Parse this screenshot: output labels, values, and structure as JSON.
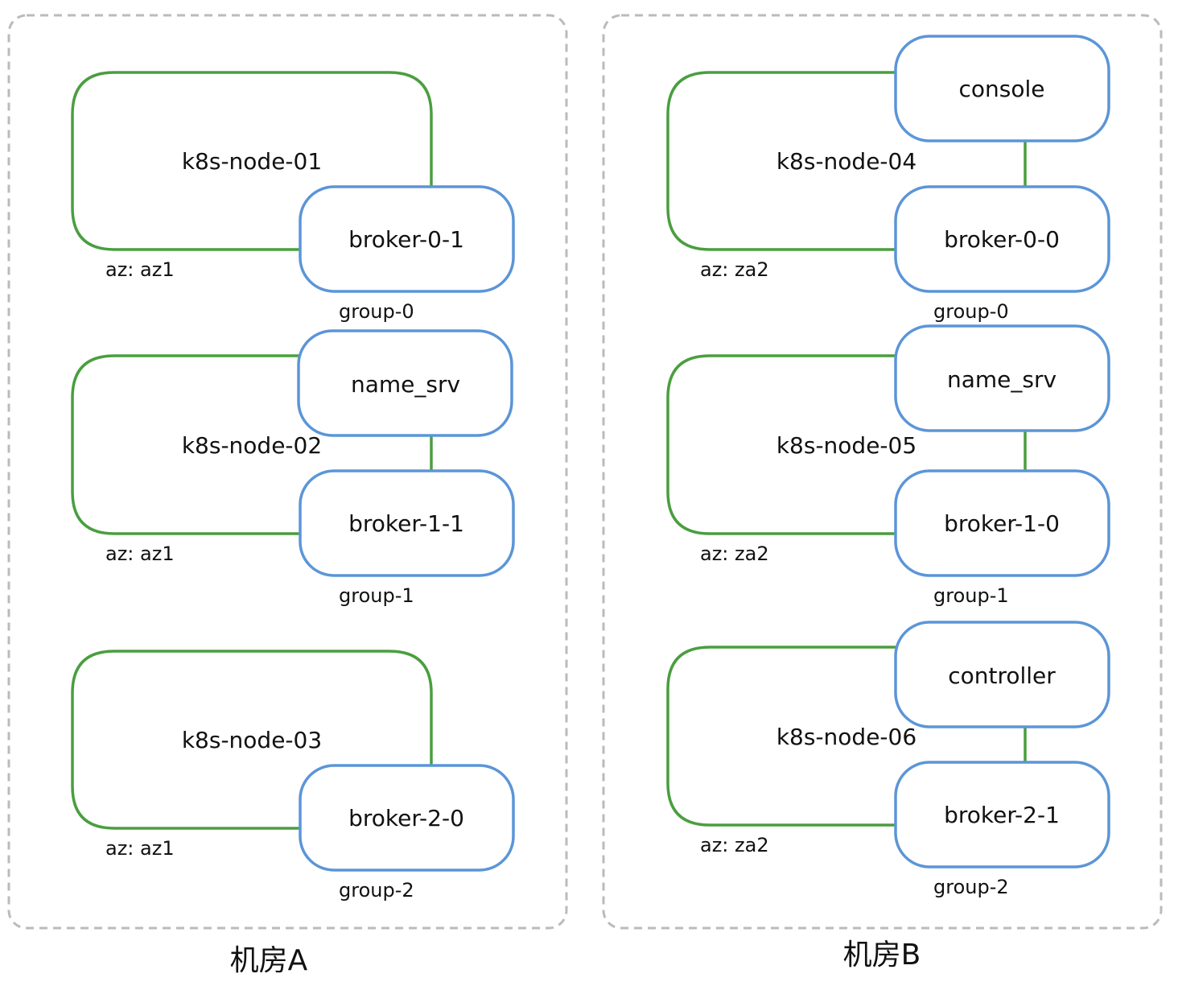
{
  "rooms": [
    {
      "label": "机房A",
      "nodes": [
        {
          "name": "k8s-node-01",
          "az": "az: az1",
          "group": "group-0",
          "top_pod": "",
          "bottom_pod": "broker-0-1"
        },
        {
          "name": "k8s-node-02",
          "az": "az: az1",
          "group": "group-1",
          "top_pod": "name_srv",
          "bottom_pod": "broker-1-1"
        },
        {
          "name": "k8s-node-03",
          "az": "az: az1",
          "group": "group-2",
          "top_pod": "",
          "bottom_pod": "broker-2-0"
        }
      ]
    },
    {
      "label": "机房B",
      "nodes": [
        {
          "name": "k8s-node-04",
          "az": "az: za2",
          "group": "group-0",
          "top_pod": "console",
          "bottom_pod": "broker-0-0"
        },
        {
          "name": "k8s-node-05",
          "az": "az: za2",
          "group": "group-1",
          "top_pod": "name_srv",
          "bottom_pod": "broker-1-0"
        },
        {
          "name": "k8s-node-06",
          "az": "az: za2",
          "group": "group-2",
          "top_pod": "controller",
          "bottom_pod": "broker-2-1"
        }
      ]
    }
  ],
  "colors": {
    "node_border": "#4a9e3f",
    "pod_border": "#5b95d8",
    "room_border": "#bbbbbb"
  }
}
